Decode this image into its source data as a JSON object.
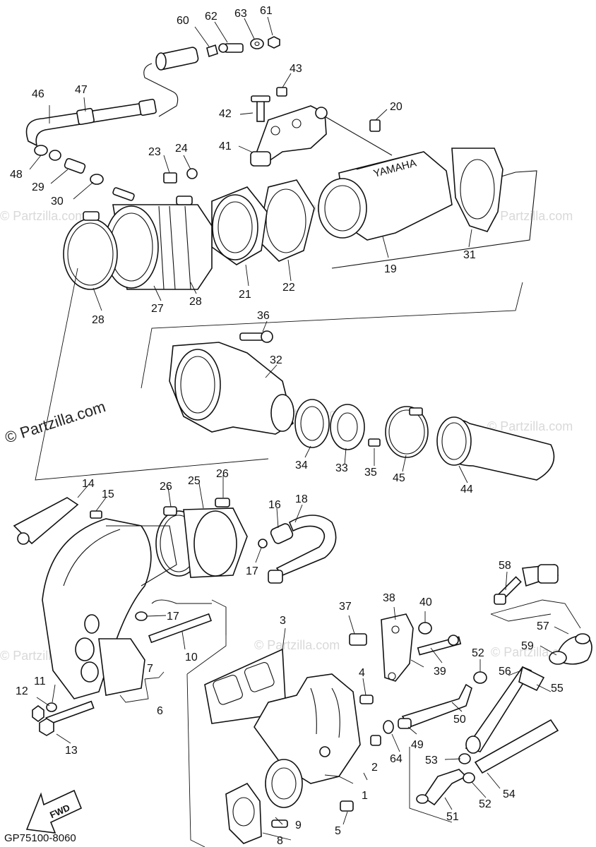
{
  "diagram_code": "GP75100-8060",
  "fwd_label": "FWD",
  "brand_label": "YAMAHA",
  "watermark_text": "© Partzilla.com",
  "callouts": {
    "c1": "1",
    "c2": "2",
    "c3": "3",
    "c4": "4",
    "c5": "5",
    "c6": "6",
    "c7": "7",
    "c8": "8",
    "c9": "9",
    "c10": "10",
    "c11": "11",
    "c12": "12",
    "c13": "13",
    "c14": "14",
    "c15": "15",
    "c16": "16",
    "c17a": "17",
    "c17b": "17",
    "c18": "18",
    "c19": "19",
    "c20": "20",
    "c21": "21",
    "c22": "22",
    "c23": "23",
    "c24": "24",
    "c25": "25",
    "c26a": "26",
    "c26b": "26",
    "c27": "27",
    "c28a": "28",
    "c28b": "28",
    "c29": "29",
    "c30": "30",
    "c31": "31",
    "c32": "32",
    "c33": "33",
    "c34": "34",
    "c35": "35",
    "c36": "36",
    "c37": "37",
    "c38": "38",
    "c39": "39",
    "c40": "40",
    "c41": "41",
    "c42": "42",
    "c43": "43",
    "c44": "44",
    "c45": "45",
    "c46": "46",
    "c47": "47",
    "c48": "48",
    "c49": "49",
    "c50": "50",
    "c51": "51",
    "c52a": "52",
    "c52b": "52",
    "c53": "53",
    "c54": "54",
    "c55": "55",
    "c56": "56",
    "c57": "57",
    "c58": "58",
    "c59": "59",
    "c60": "60",
    "c61": "61",
    "c62": "62",
    "c63": "63",
    "c64": "64"
  }
}
